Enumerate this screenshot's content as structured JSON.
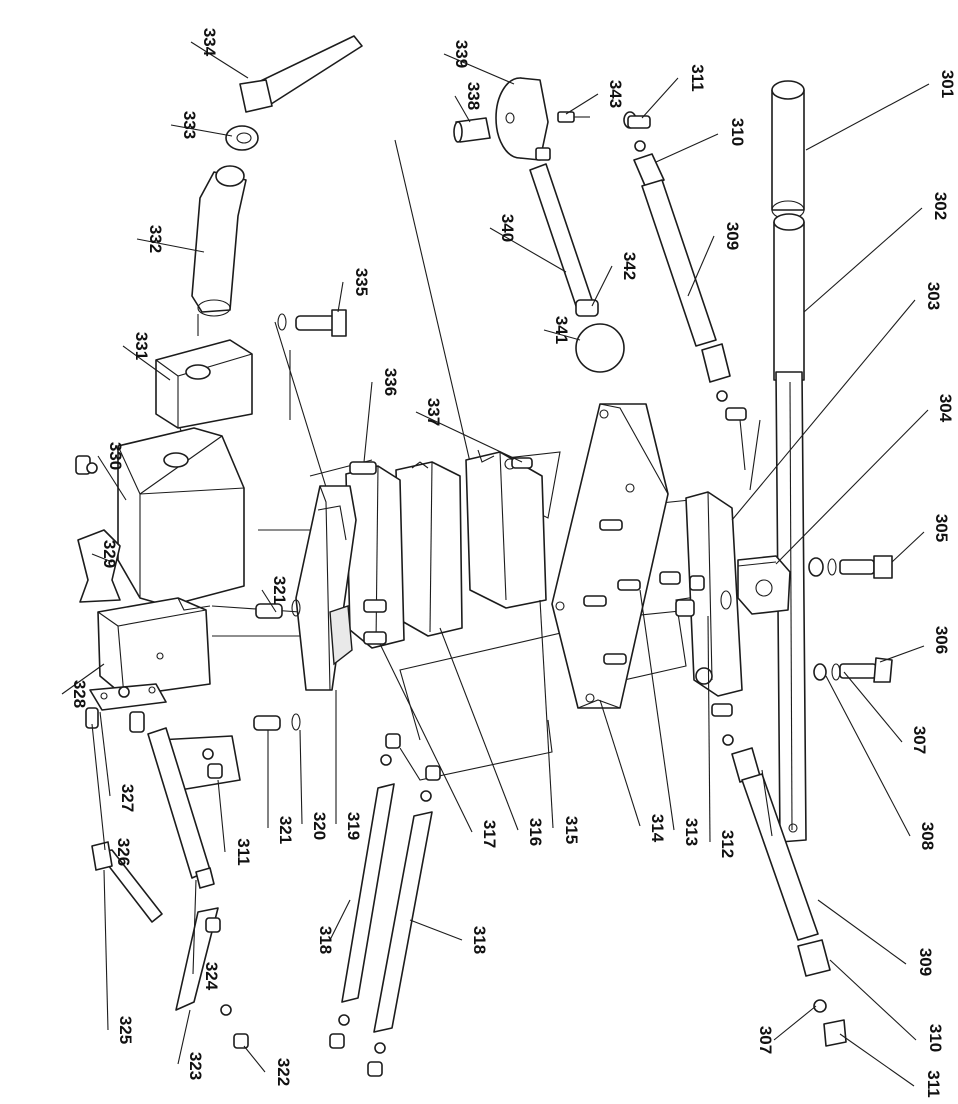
{
  "callouts": [
    {
      "id": "c301",
      "label": "301"
    },
    {
      "id": "c302",
      "label": "302"
    },
    {
      "id": "c303",
      "label": "303"
    },
    {
      "id": "c304",
      "label": "304"
    },
    {
      "id": "c305",
      "label": "305"
    },
    {
      "id": "c306",
      "label": "306"
    },
    {
      "id": "c307a",
      "label": "307"
    },
    {
      "id": "c307b",
      "label": "307"
    },
    {
      "id": "c308",
      "label": "308"
    },
    {
      "id": "c309a",
      "label": "309"
    },
    {
      "id": "c309b",
      "label": "309"
    },
    {
      "id": "c310a",
      "label": "310"
    },
    {
      "id": "c310b",
      "label": "310"
    },
    {
      "id": "c311a",
      "label": "311"
    },
    {
      "id": "c311b",
      "label": "311"
    },
    {
      "id": "c311c",
      "label": "311"
    },
    {
      "id": "c312",
      "label": "312"
    },
    {
      "id": "c313",
      "label": "313"
    },
    {
      "id": "c314",
      "label": "314"
    },
    {
      "id": "c315",
      "label": "315"
    },
    {
      "id": "c316",
      "label": "316"
    },
    {
      "id": "c317",
      "label": "317"
    },
    {
      "id": "c318a",
      "label": "318"
    },
    {
      "id": "c318b",
      "label": "318"
    },
    {
      "id": "c319",
      "label": "319"
    },
    {
      "id": "c320",
      "label": "320"
    },
    {
      "id": "c321a",
      "label": "321"
    },
    {
      "id": "c321b",
      "label": "321"
    },
    {
      "id": "c322",
      "label": "322"
    },
    {
      "id": "c323",
      "label": "323"
    },
    {
      "id": "c324",
      "label": "324"
    },
    {
      "id": "c325",
      "label": "325"
    },
    {
      "id": "c326",
      "label": "326"
    },
    {
      "id": "c327",
      "label": "327"
    },
    {
      "id": "c328",
      "label": "328"
    },
    {
      "id": "c329",
      "label": "329"
    },
    {
      "id": "c330",
      "label": "330"
    },
    {
      "id": "c331",
      "label": "331"
    },
    {
      "id": "c332",
      "label": "332"
    },
    {
      "id": "c333",
      "label": "333"
    },
    {
      "id": "c334",
      "label": "334"
    },
    {
      "id": "c335",
      "label": "335"
    },
    {
      "id": "c336",
      "label": "336"
    },
    {
      "id": "c337",
      "label": "337"
    },
    {
      "id": "c338",
      "label": "338"
    },
    {
      "id": "c339",
      "label": "339"
    },
    {
      "id": "c340",
      "label": "340"
    },
    {
      "id": "c341",
      "label": "341"
    },
    {
      "id": "c342",
      "label": "342"
    },
    {
      "id": "c343",
      "label": "343"
    }
  ]
}
